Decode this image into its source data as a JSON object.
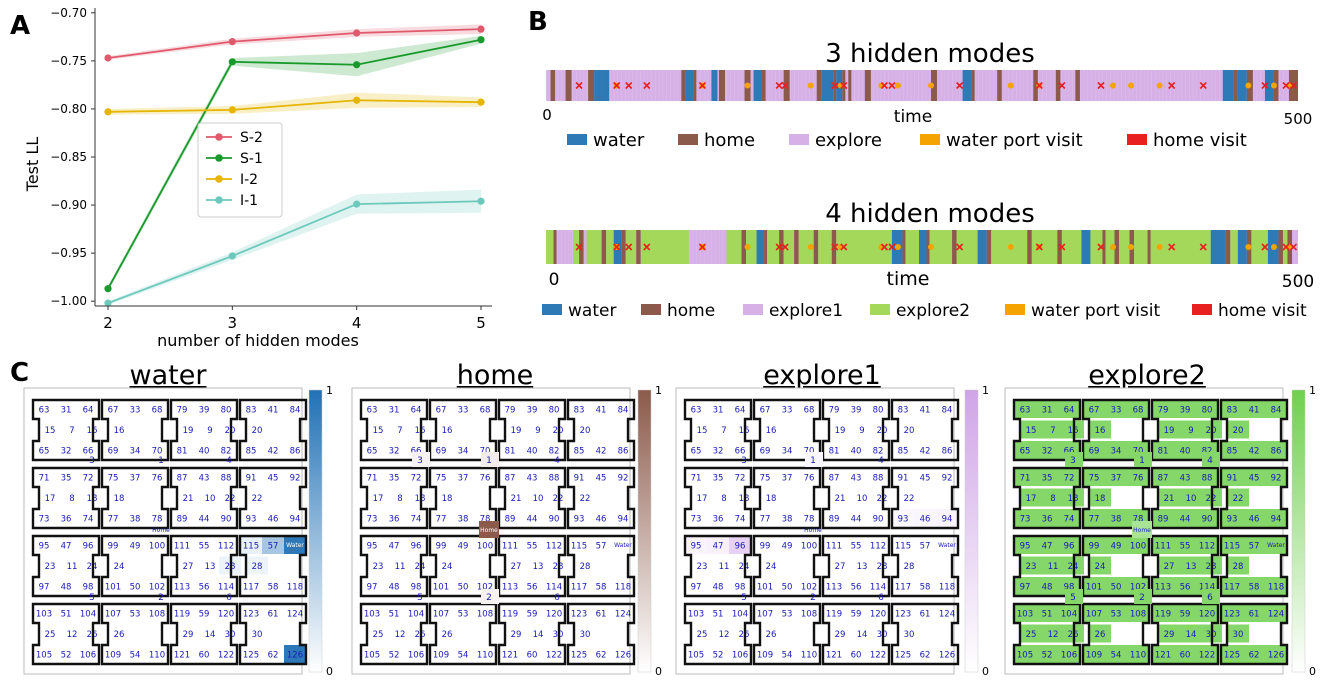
{
  "panel_labels": [
    "A",
    "B",
    "C"
  ],
  "chart_data": [
    {
      "type": "line",
      "panel": "A",
      "xlabel": "number of hidden modes",
      "ylabel": "Test LL",
      "x": [
        2,
        3,
        4,
        5
      ],
      "xticks": [
        "2",
        "3",
        "4",
        "5"
      ],
      "ylim": [
        -1.005,
        -0.695
      ],
      "yticks": [
        -1.0,
        -0.95,
        -0.9,
        -0.85,
        -0.8,
        -0.75,
        -0.7
      ],
      "ytick_labels": [
        "−1.00",
        "−0.95",
        "−0.90",
        "−0.85",
        "−0.80",
        "−0.75",
        "−0.70"
      ],
      "grid": false,
      "legend_position": "center",
      "series": [
        {
          "name": "S-2",
          "color": "#e05a6d",
          "values": [
            -0.747,
            -0.73,
            -0.721,
            -0.717
          ],
          "band": [
            0.002,
            0.003,
            0.004,
            0.005
          ]
        },
        {
          "name": "S-1",
          "color": "#1a9a2c",
          "values": [
            -0.987,
            -0.751,
            -0.754,
            -0.728
          ],
          "band": [
            0.003,
            0.004,
            0.012,
            0.004
          ]
        },
        {
          "name": "I-2",
          "color": "#e5b500",
          "values": [
            -0.803,
            -0.801,
            -0.791,
            -0.793
          ],
          "band": [
            0.003,
            0.004,
            0.008,
            0.005
          ]
        },
        {
          "name": "I-1",
          "color": "#6ec9bd",
          "values": [
            -1.002,
            -0.953,
            -0.899,
            -0.896
          ],
          "band": [
            0.002,
            0.004,
            0.01,
            0.012
          ]
        }
      ]
    },
    {
      "type": "bar",
      "panel": "B",
      "subtype": "state-timeline",
      "title": "3 hidden modes",
      "xlabel": "time",
      "x_start_label": "0",
      "x_end_label": "500",
      "base_state": "explore",
      "segments": [
        {
          "state": "home",
          "start": 3,
          "end": 6
        },
        {
          "state": "home",
          "start": 13,
          "end": 17
        },
        {
          "state": "home",
          "start": 28,
          "end": 32
        },
        {
          "state": "water",
          "start": 32,
          "end": 37
        },
        {
          "state": "home",
          "start": 37,
          "end": 39
        },
        {
          "state": "water",
          "start": 37,
          "end": 42
        },
        {
          "state": "home",
          "start": 90,
          "end": 93
        },
        {
          "state": "water",
          "start": 93,
          "end": 98
        },
        {
          "state": "home",
          "start": 98,
          "end": 100
        },
        {
          "state": "water",
          "start": 110,
          "end": 114
        },
        {
          "state": "home",
          "start": 115,
          "end": 119
        },
        {
          "state": "home",
          "start": 132,
          "end": 136
        },
        {
          "state": "water",
          "start": 138,
          "end": 143
        },
        {
          "state": "home",
          "start": 143,
          "end": 146
        },
        {
          "state": "home",
          "start": 158,
          "end": 162
        },
        {
          "state": "home",
          "start": 180,
          "end": 183
        },
        {
          "state": "water",
          "start": 183,
          "end": 191
        },
        {
          "state": "home",
          "start": 191,
          "end": 193
        },
        {
          "state": "water",
          "start": 193,
          "end": 197
        },
        {
          "state": "home",
          "start": 197,
          "end": 199
        },
        {
          "state": "home",
          "start": 201,
          "end": 203
        },
        {
          "state": "home",
          "start": 212,
          "end": 216
        },
        {
          "state": "home",
          "start": 256,
          "end": 260
        },
        {
          "state": "water",
          "start": 277,
          "end": 283
        },
        {
          "state": "home",
          "start": 283,
          "end": 285
        },
        {
          "state": "home",
          "start": 300,
          "end": 303
        },
        {
          "state": "home",
          "start": 324,
          "end": 327
        },
        {
          "state": "home",
          "start": 339,
          "end": 342
        },
        {
          "state": "home",
          "start": 352,
          "end": 355
        },
        {
          "state": "water",
          "start": 450,
          "end": 457
        },
        {
          "state": "home",
          "start": 457,
          "end": 460
        },
        {
          "state": "water",
          "start": 460,
          "end": 466
        },
        {
          "state": "home",
          "start": 466,
          "end": 470
        },
        {
          "state": "water",
          "start": 478,
          "end": 484
        },
        {
          "state": "home",
          "start": 484,
          "end": 487
        },
        {
          "state": "home",
          "start": 494,
          "end": 500
        }
      ],
      "water_visits": [
        47,
        104,
        134,
        176,
        196,
        223,
        234,
        256,
        309,
        328,
        377,
        389,
        408,
        467,
        484,
        494
      ],
      "home_visits": [
        22,
        47,
        55,
        67,
        104,
        155,
        159,
        192,
        198,
        225,
        230,
        275,
        328,
        343,
        369,
        416,
        437,
        478,
        492,
        497
      ]
    },
    {
      "type": "bar",
      "panel": "B",
      "subtype": "state-timeline",
      "title": "4 hidden modes",
      "xlabel": "time",
      "x_start_label": "0",
      "x_end_label": "500",
      "base_state": "explore1",
      "segments": [
        {
          "state": "explore2",
          "start": 0,
          "end": 5
        },
        {
          "state": "home",
          "start": 5,
          "end": 7
        },
        {
          "state": "explore2",
          "start": 18,
          "end": 22
        },
        {
          "state": "home",
          "start": 22,
          "end": 25
        },
        {
          "state": "explore2",
          "start": 27,
          "end": 37
        },
        {
          "state": "home",
          "start": 37,
          "end": 40
        },
        {
          "state": "explore2",
          "start": 40,
          "end": 45
        },
        {
          "state": "water",
          "start": 45,
          "end": 50
        },
        {
          "state": "home",
          "start": 50,
          "end": 53
        },
        {
          "state": "explore2",
          "start": 53,
          "end": 60
        },
        {
          "state": "home",
          "start": 60,
          "end": 63
        },
        {
          "state": "explore2",
          "start": 63,
          "end": 95
        },
        {
          "state": "explore2",
          "start": 120,
          "end": 130
        },
        {
          "state": "home",
          "start": 130,
          "end": 133
        },
        {
          "state": "explore2",
          "start": 133,
          "end": 140
        },
        {
          "state": "water",
          "start": 140,
          "end": 145
        },
        {
          "state": "home",
          "start": 145,
          "end": 147
        },
        {
          "state": "explore2",
          "start": 147,
          "end": 155
        },
        {
          "state": "home",
          "start": 155,
          "end": 158
        },
        {
          "state": "explore2",
          "start": 158,
          "end": 165
        },
        {
          "state": "home",
          "start": 165,
          "end": 168
        },
        {
          "state": "explore2",
          "start": 168,
          "end": 178
        },
        {
          "state": "home",
          "start": 178,
          "end": 181
        },
        {
          "state": "explore2",
          "start": 181,
          "end": 190
        },
        {
          "state": "home",
          "start": 190,
          "end": 193
        },
        {
          "state": "explore2",
          "start": 193,
          "end": 230
        },
        {
          "state": "water",
          "start": 230,
          "end": 237
        },
        {
          "state": "home",
          "start": 237,
          "end": 239
        },
        {
          "state": "explore2",
          "start": 239,
          "end": 248
        },
        {
          "state": "water",
          "start": 248,
          "end": 253
        },
        {
          "state": "home",
          "start": 253,
          "end": 255
        },
        {
          "state": "explore2",
          "start": 255,
          "end": 270
        },
        {
          "state": "home",
          "start": 270,
          "end": 273
        },
        {
          "state": "explore2",
          "start": 273,
          "end": 287
        },
        {
          "state": "water",
          "start": 287,
          "end": 293
        },
        {
          "state": "home",
          "start": 293,
          "end": 296
        },
        {
          "state": "explore2",
          "start": 296,
          "end": 320
        },
        {
          "state": "home",
          "start": 320,
          "end": 323
        },
        {
          "state": "explore2",
          "start": 323,
          "end": 340
        },
        {
          "state": "home",
          "start": 340,
          "end": 343
        },
        {
          "state": "explore2",
          "start": 343,
          "end": 356
        },
        {
          "state": "water",
          "start": 356,
          "end": 362
        },
        {
          "state": "explore2",
          "start": 362,
          "end": 370
        },
        {
          "state": "home",
          "start": 370,
          "end": 372
        },
        {
          "state": "explore2",
          "start": 372,
          "end": 378
        },
        {
          "state": "home",
          "start": 378,
          "end": 381
        },
        {
          "state": "explore2",
          "start": 381,
          "end": 388
        },
        {
          "state": "home",
          "start": 388,
          "end": 391
        },
        {
          "state": "explore2",
          "start": 391,
          "end": 400
        },
        {
          "state": "home",
          "start": 400,
          "end": 402
        },
        {
          "state": "explore2",
          "start": 402,
          "end": 442
        },
        {
          "state": "water",
          "start": 442,
          "end": 452
        },
        {
          "state": "home",
          "start": 452,
          "end": 455
        },
        {
          "state": "explore2",
          "start": 455,
          "end": 460
        },
        {
          "state": "water",
          "start": 460,
          "end": 466
        },
        {
          "state": "home",
          "start": 466,
          "end": 469
        },
        {
          "state": "explore2",
          "start": 469,
          "end": 480
        },
        {
          "state": "water",
          "start": 480,
          "end": 487
        },
        {
          "state": "home",
          "start": 487,
          "end": 490
        },
        {
          "state": "explore2",
          "start": 490,
          "end": 493
        },
        {
          "state": "home",
          "start": 493,
          "end": 496
        }
      ],
      "water_visits": [
        47,
        104,
        134,
        176,
        196,
        223,
        234,
        256,
        309,
        328,
        377,
        389,
        408,
        467,
        484,
        494
      ],
      "home_visits": [
        22,
        47,
        55,
        67,
        104,
        155,
        159,
        192,
        198,
        225,
        230,
        275,
        328,
        343,
        369,
        416,
        437,
        478,
        492,
        497
      ]
    }
  ],
  "legends": {
    "three_modes": [
      {
        "label": "water",
        "color": "#2e7ab6"
      },
      {
        "label": "home",
        "color": "#8b5a4a"
      },
      {
        "label": "explore",
        "color": "#d6b0e6"
      },
      {
        "label": "water port visit",
        "color": "#f5a300"
      },
      {
        "label": "home visit",
        "color": "#e82020"
      }
    ],
    "four_modes": [
      {
        "label": "water",
        "color": "#2e7ab6"
      },
      {
        "label": "home",
        "color": "#8b5a4a"
      },
      {
        "label": "explore1",
        "color": "#d6b0e6"
      },
      {
        "label": "explore2",
        "color": "#a3d85a"
      },
      {
        "label": "water port visit",
        "color": "#f5a300"
      },
      {
        "label": "home visit",
        "color": "#e82020"
      }
    ]
  },
  "maze_panels": [
    {
      "title": "water",
      "colorbar_color": "#2171b5",
      "cb_top": "1",
      "cb_bottom": "0"
    },
    {
      "title": "home",
      "colorbar_color": "#8b5a4a",
      "cb_top": "1",
      "cb_bottom": "0"
    },
    {
      "title": "explore1",
      "colorbar_color": "#cfa4e6",
      "cb_top": "1",
      "cb_bottom": "0"
    },
    {
      "title": "explore2",
      "colorbar_color": "#6fd04e",
      "cb_top": "1",
      "cb_bottom": "0"
    }
  ],
  "maze": {
    "blocks": [
      [
        [
          63,
          31,
          64
        ],
        [
          15,
          7,
          16
        ],
        [
          65,
          32,
          66
        ]
      ],
      [
        [
          67,
          33,
          68
        ],
        [
          16,
          null,
          null
        ],
        [
          69,
          34,
          70
        ]
      ],
      [
        [
          79,
          39,
          80
        ],
        [
          19,
          9,
          20
        ],
        [
          81,
          40,
          82
        ]
      ],
      [
        [
          83,
          41,
          84
        ],
        [
          20,
          null,
          null
        ],
        [
          85,
          42,
          86
        ]
      ],
      [
        [
          71,
          35,
          72
        ],
        [
          17,
          8,
          18
        ],
        [
          73,
          36,
          74
        ]
      ],
      [
        [
          75,
          37,
          76
        ],
        [
          18,
          null,
          null
        ],
        [
          77,
          38,
          78
        ]
      ],
      [
        [
          87,
          43,
          88
        ],
        [
          21,
          10,
          22
        ],
        [
          89,
          44,
          90
        ]
      ],
      [
        [
          91,
          45,
          92
        ],
        [
          22,
          null,
          null
        ],
        [
          93,
          46,
          94
        ]
      ],
      [
        [
          95,
          47,
          96
        ],
        [
          23,
          11,
          24
        ],
        [
          97,
          48,
          98
        ]
      ],
      [
        [
          99,
          49,
          100
        ],
        [
          24,
          null,
          null
        ],
        [
          101,
          50,
          102
        ]
      ],
      [
        [
          111,
          55,
          112
        ],
        [
          27,
          13,
          28
        ],
        [
          113,
          56,
          114
        ]
      ],
      [
        [
          115,
          57,
          null
        ],
        [
          28,
          null,
          null
        ],
        [
          117,
          58,
          118
        ]
      ],
      [
        [
          103,
          51,
          104
        ],
        [
          25,
          12,
          26
        ],
        [
          105,
          52,
          106
        ]
      ],
      [
        [
          107,
          53,
          108
        ],
        [
          26,
          null,
          null
        ],
        [
          109,
          54,
          110
        ]
      ],
      [
        [
          119,
          59,
          120
        ],
        [
          29,
          14,
          30
        ],
        [
          121,
          60,
          122
        ]
      ],
      [
        [
          123,
          61,
          124
        ],
        [
          30,
          null,
          null
        ],
        [
          125,
          62,
          126
        ]
      ]
    ],
    "mid_labels": [
      "3",
      "1",
      "4",
      "5",
      "2",
      "6"
    ],
    "home_label": "Home",
    "water_label": "Water"
  },
  "occupancy": {
    "water": {
      "126": 0.95,
      "57": 0.4,
      "115": 0.1,
      "28": 0.08
    },
    "home": {
      "0": 1.0,
      "1": 0.12,
      "3": 0.08,
      "2": 0.08
    },
    "explore1": {
      "96": 0.5,
      "47": 0.15,
      "95": 0.12,
      "1": 0.1,
      "94": 0.12,
      "46": 0.1,
      "93": 0.08
    },
    "explore2": {
      "all_cells": 0.85,
      "home": 0.6
    }
  }
}
